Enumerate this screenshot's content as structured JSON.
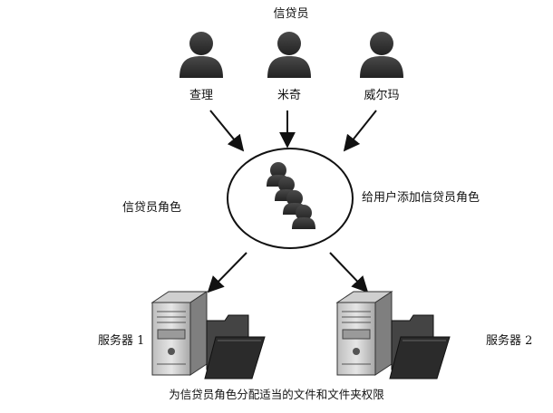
{
  "diagram": {
    "group_title": "信贷员",
    "users": [
      {
        "name": "查理",
        "icon": "person-icon"
      },
      {
        "name": "米奇",
        "icon": "person-icon"
      },
      {
        "name": "威尔玛",
        "icon": "person-icon"
      }
    ],
    "role_label": "信贷员角色",
    "add_users_label": "给用户添加信贷员角色",
    "servers": [
      {
        "label": "服务器 1",
        "icon": "server-icon",
        "folder_icon": "folder-icon"
      },
      {
        "label": "服务器 2",
        "icon": "server-icon",
        "folder_icon": "folder-icon"
      }
    ],
    "caption": "为信贷员角色分配适当的文件和文件夹权限"
  },
  "colors": {
    "person": "#3a3a3a",
    "line": "#111111",
    "server_front": "#d6d6d6",
    "server_side": "#8a8a8a",
    "folder": "#2b2b2b"
  }
}
